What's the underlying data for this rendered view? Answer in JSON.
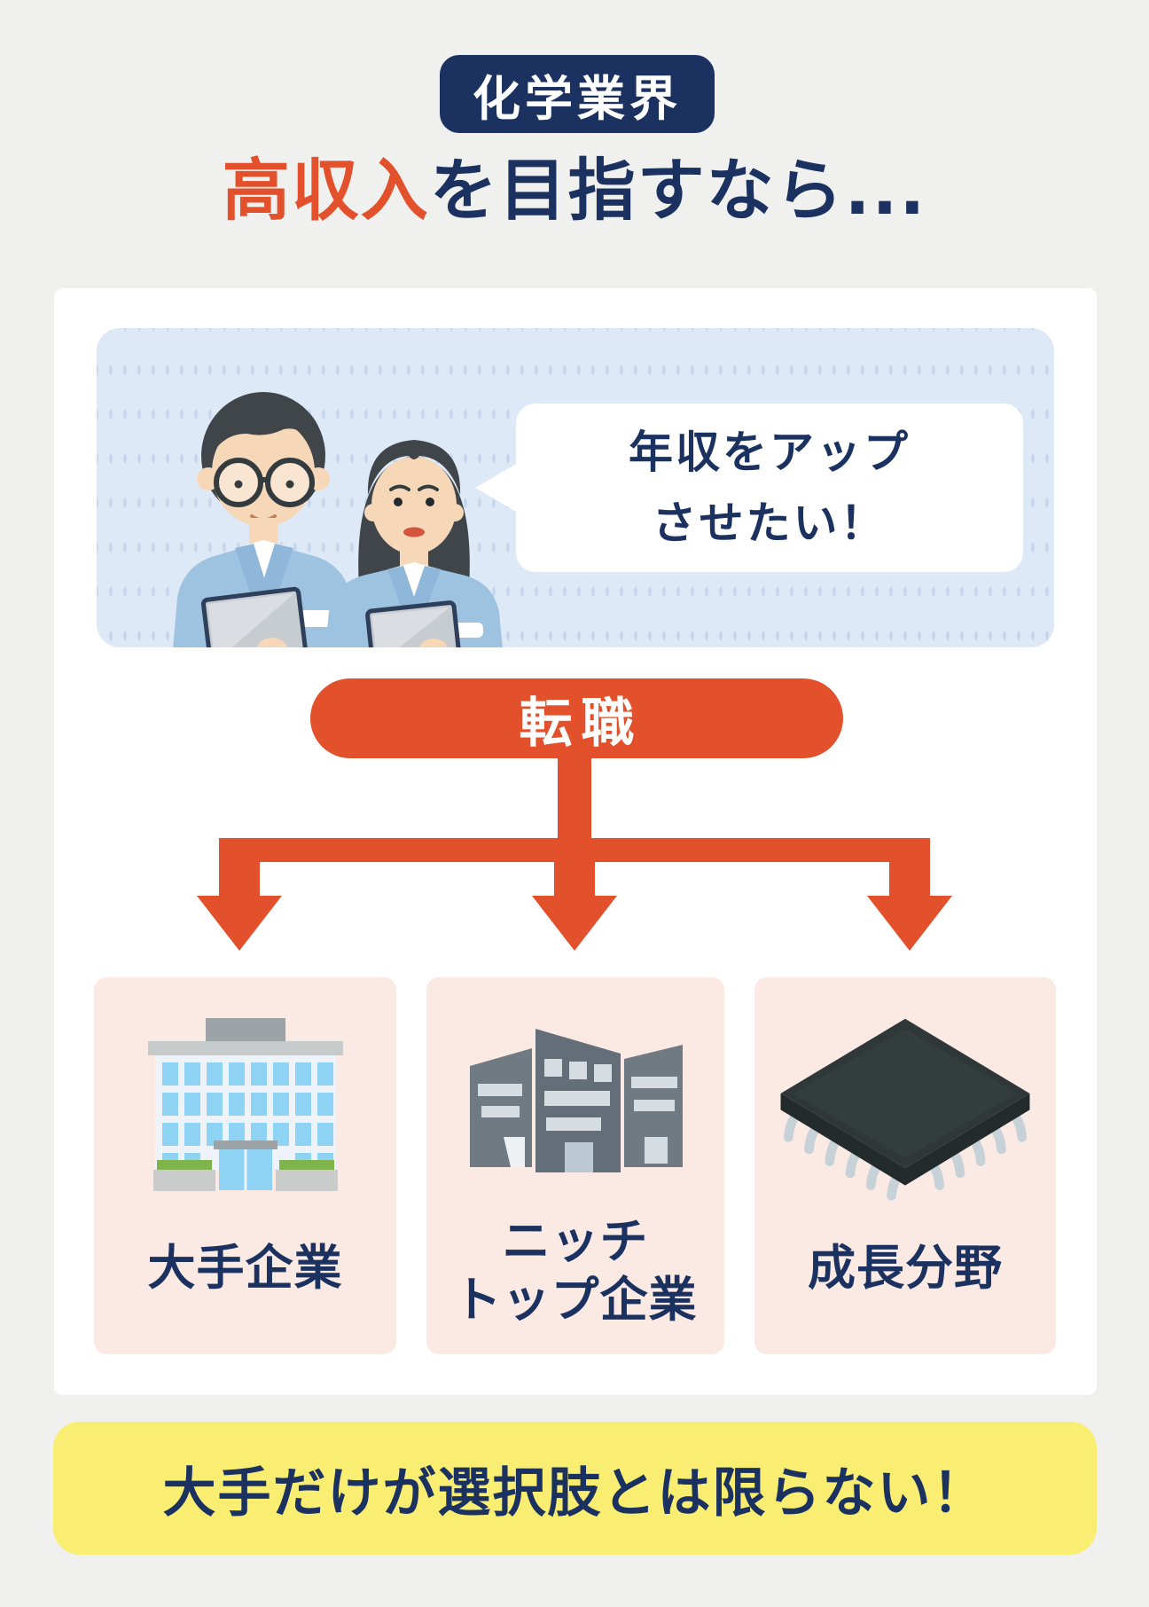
{
  "header": {
    "badge": "化学業界",
    "title_highlight": "高収入",
    "title_rest": "を目指すなら..."
  },
  "illustration": {
    "bubble_line1": "年収をアップ",
    "bubble_line2": "させたい！",
    "people": "two-factory-workers-holding-clipboards"
  },
  "flow": {
    "pill_label": "転職",
    "branches": 3
  },
  "options": [
    {
      "icon": "office-building-icon",
      "lines": [
        "大手企業"
      ]
    },
    {
      "icon": "city-buildings-icon",
      "lines": [
        "ニッチ",
        "トップ企業"
      ]
    },
    {
      "icon": "microchip-icon",
      "lines": [
        "成長分野"
      ]
    }
  ],
  "footer": {
    "banner": "大手だけが選択肢とは限らない！"
  },
  "colors": {
    "navy": "#1B3261",
    "orange": "#E2512B",
    "yellow": "#F9EE72",
    "pink_box": "#FBE9E3",
    "panel_blue": "#DEE9F8",
    "page_bg": "#F0F0EE",
    "card_bg": "#FFFFFF"
  }
}
